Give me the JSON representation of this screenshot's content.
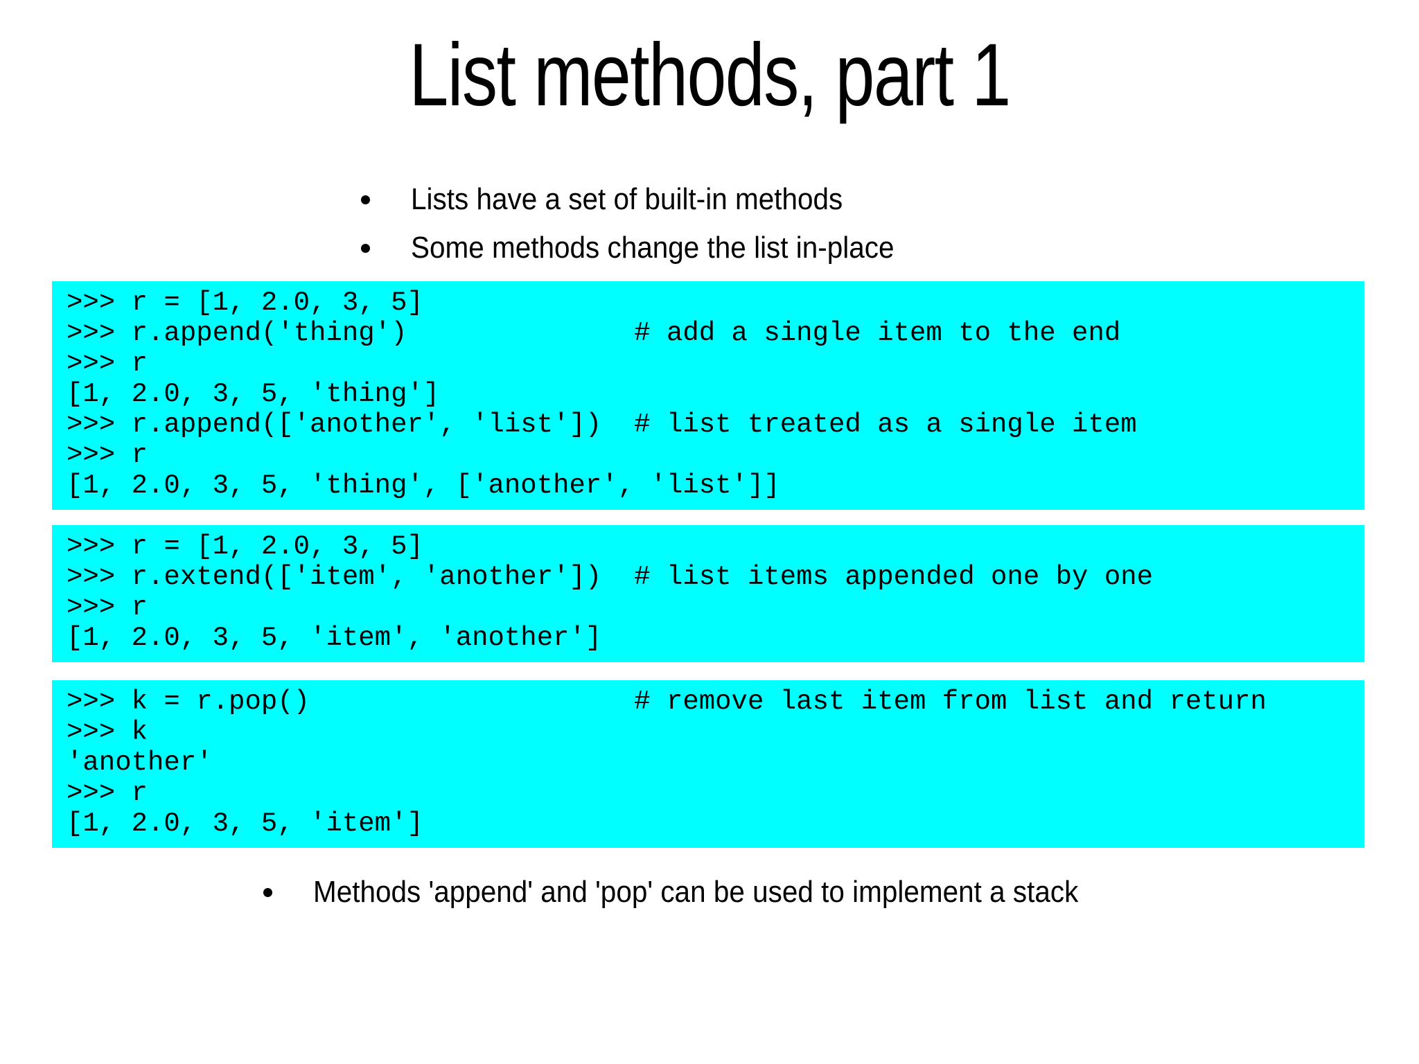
{
  "slide": {
    "title": "List methods, part 1",
    "bullets_top": [
      "Lists have a set of built-in methods",
      "Some methods change the list in-place"
    ],
    "bullet_bottom": "Methods 'append' and 'pop' can be used to implement a stack",
    "colors": {
      "background": "#FFFFFF",
      "code_background": "#00FFFF",
      "text": "#000000"
    },
    "code_blocks": [
      {
        "name": "append-example",
        "lines": [
          ">>> r = [1, 2.0, 3, 5]",
          ">>> r.append('thing')              # add a single item to the end",
          ">>> r",
          "[1, 2.0, 3, 5, 'thing']",
          ">>> r.append(['another', 'list'])  # list treated as a single item",
          ">>> r",
          "[1, 2.0, 3, 5, 'thing', ['another', 'list']]"
        ]
      },
      {
        "name": "extend-example",
        "lines": [
          ">>> r = [1, 2.0, 3, 5]",
          ">>> r.extend(['item', 'another'])  # list items appended one by one",
          ">>> r",
          "[1, 2.0, 3, 5, 'item', 'another']"
        ]
      },
      {
        "name": "pop-example",
        "lines": [
          ">>> k = r.pop()                    # remove last item from list and return",
          ">>> k",
          "'another'",
          ">>> r",
          "[1, 2.0, 3, 5, 'item']"
        ]
      }
    ]
  }
}
